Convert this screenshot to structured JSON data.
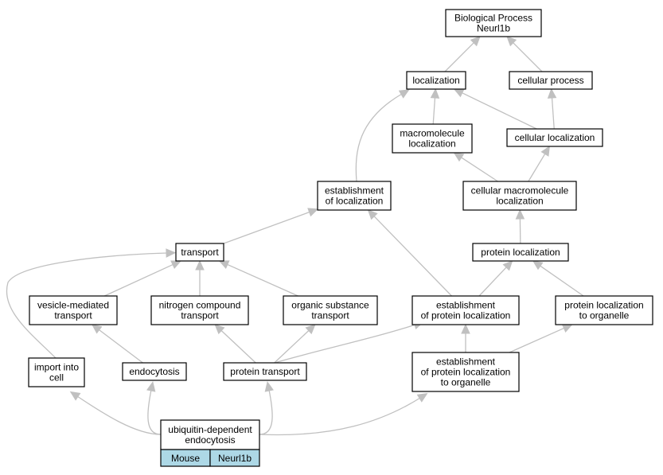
{
  "nodes": {
    "bp": {
      "lines": [
        "Biological Process",
        "Neurl1b"
      ]
    },
    "localization": {
      "lines": [
        "localization"
      ]
    },
    "cellular_process": {
      "lines": [
        "cellular process"
      ]
    },
    "macromolecule_localization": {
      "lines": [
        "macromolecule",
        "localization"
      ]
    },
    "cellular_localization": {
      "lines": [
        "cellular localization"
      ]
    },
    "establishment_of_localization": {
      "lines": [
        "establishment",
        "of localization"
      ]
    },
    "cellular_macromolecule_localization": {
      "lines": [
        "cellular macromolecule",
        "localization"
      ]
    },
    "transport": {
      "lines": [
        "transport"
      ]
    },
    "protein_localization": {
      "lines": [
        "protein localization"
      ]
    },
    "vesicle_mediated_transport": {
      "lines": [
        "vesicle-mediated",
        "transport"
      ]
    },
    "nitrogen_compound_transport": {
      "lines": [
        "nitrogen compound",
        "transport"
      ]
    },
    "organic_substance_transport": {
      "lines": [
        "organic substance",
        "transport"
      ]
    },
    "establishment_of_protein_localization": {
      "lines": [
        "establishment",
        "of protein localization"
      ]
    },
    "protein_localization_to_organelle": {
      "lines": [
        "protein localization",
        "to organelle"
      ]
    },
    "import_into_cell": {
      "lines": [
        "import into",
        "cell"
      ]
    },
    "endocytosis": {
      "lines": [
        "endocytosis"
      ]
    },
    "protein_transport": {
      "lines": [
        "protein transport"
      ]
    },
    "establishment_of_protein_localization_to_organelle": {
      "lines": [
        "establishment",
        "of protein localization",
        "to organelle"
      ]
    },
    "ubiquitin_dependent_endocytosis": {
      "lines": [
        "ubiquitin-dependent",
        "endocytosis"
      ]
    }
  },
  "root_cells": [
    "Mouse",
    "Neurl1b"
  ],
  "colors": {
    "edge": "#c0c0c0",
    "cell_fill": "#add8e6",
    "border": "#000000"
  },
  "edges": [
    [
      "localization",
      "bp"
    ],
    [
      "cellular_process",
      "bp"
    ],
    [
      "macromolecule_localization",
      "localization"
    ],
    [
      "cellular_localization",
      "localization"
    ],
    [
      "cellular_localization",
      "cellular_process"
    ],
    [
      "establishment_of_localization",
      "localization"
    ],
    [
      "cellular_macromolecule_localization",
      "macromolecule_localization"
    ],
    [
      "cellular_macromolecule_localization",
      "cellular_localization"
    ],
    [
      "transport",
      "establishment_of_localization"
    ],
    [
      "protein_localization",
      "cellular_macromolecule_localization"
    ],
    [
      "vesicle_mediated_transport",
      "transport"
    ],
    [
      "nitrogen_compound_transport",
      "transport"
    ],
    [
      "organic_substance_transport",
      "transport"
    ],
    [
      "import_into_cell",
      "transport"
    ],
    [
      "establishment_of_protein_localization",
      "establishment_of_localization"
    ],
    [
      "establishment_of_protein_localization",
      "protein_localization"
    ],
    [
      "protein_localization_to_organelle",
      "protein_localization"
    ],
    [
      "endocytosis",
      "vesicle_mediated_transport"
    ],
    [
      "protein_transport",
      "nitrogen_compound_transport"
    ],
    [
      "protein_transport",
      "organic_substance_transport"
    ],
    [
      "protein_transport",
      "establishment_of_protein_localization"
    ],
    [
      "establishment_of_protein_localization_to_organelle",
      "establishment_of_protein_localization"
    ],
    [
      "establishment_of_protein_localization_to_organelle",
      "protein_localization_to_organelle"
    ],
    [
      "ubiquitin_dependent_endocytosis",
      "import_into_cell"
    ],
    [
      "ubiquitin_dependent_endocytosis",
      "endocytosis"
    ],
    [
      "ubiquitin_dependent_endocytosis",
      "protein_transport"
    ],
    [
      "ubiquitin_dependent_endocytosis",
      "establishment_of_protein_localization_to_organelle"
    ]
  ]
}
